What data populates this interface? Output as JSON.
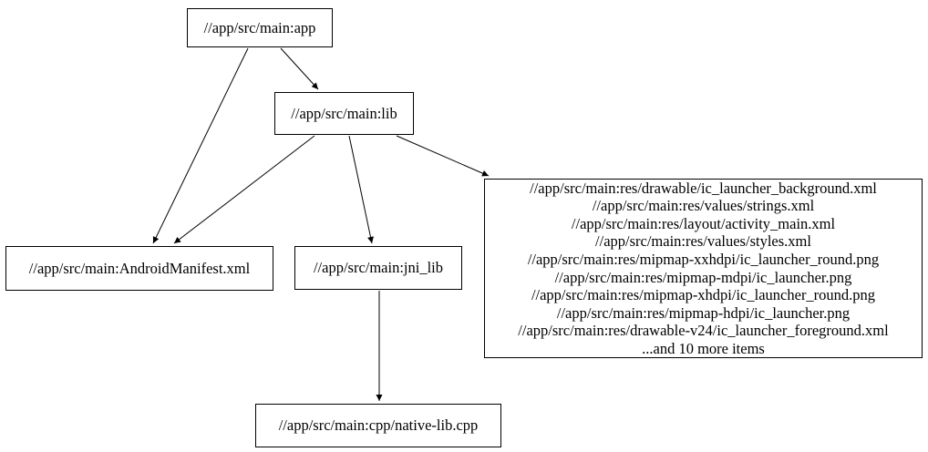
{
  "graph": {
    "type": "build-dependency-graph",
    "nodes": {
      "app": {
        "label": "//app/src/main:app"
      },
      "lib": {
        "label": "//app/src/main:lib"
      },
      "android_manifest": {
        "label": "//app/src/main:AndroidManifest.xml"
      },
      "jni_lib": {
        "label": "//app/src/main:jni_lib"
      },
      "res_group": {
        "lines": [
          "//app/src/main:res/drawable/ic_launcher_background.xml",
          "//app/src/main:res/values/strings.xml",
          "//app/src/main:res/layout/activity_main.xml",
          "//app/src/main:res/values/styles.xml",
          "//app/src/main:res/mipmap-xxhdpi/ic_launcher_round.png",
          "//app/src/main:res/mipmap-mdpi/ic_launcher.png",
          "//app/src/main:res/mipmap-xhdpi/ic_launcher_round.png",
          "//app/src/main:res/mipmap-hdpi/ic_launcher.png",
          "//app/src/main:res/drawable-v24/ic_launcher_foreground.xml",
          "...and 10 more items"
        ]
      },
      "native_lib": {
        "label": "//app/src/main:cpp/native-lib.cpp"
      }
    },
    "edges": [
      {
        "from": "app",
        "to": "lib"
      },
      {
        "from": "app",
        "to": "android_manifest"
      },
      {
        "from": "lib",
        "to": "android_manifest"
      },
      {
        "from": "lib",
        "to": "jni_lib"
      },
      {
        "from": "lib",
        "to": "res_group"
      },
      {
        "from": "jni_lib",
        "to": "native_lib"
      }
    ],
    "colors": {
      "background": "#ffffff",
      "node_border": "#000000",
      "edge": "#000000",
      "text": "#000000"
    }
  }
}
